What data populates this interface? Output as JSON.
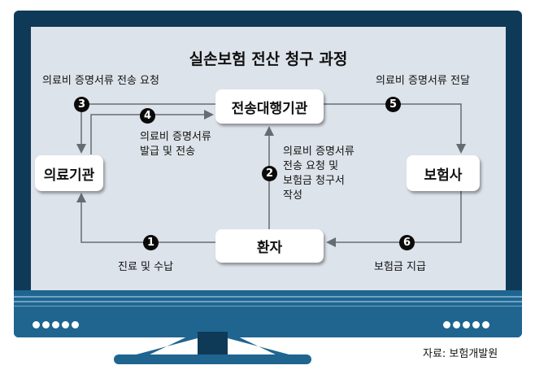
{
  "title": "실손보험 전산 청구 과정",
  "nodes": {
    "agency": "전송대행기관",
    "hospital": "의료기관",
    "insurer": "보험사",
    "patient": "환자"
  },
  "steps": [
    {
      "num": "1",
      "label": "진료 및 수납"
    },
    {
      "num": "2",
      "label_lines": [
        "의료비 증명서류",
        "전송 요청 및",
        "보험금 청구서",
        "작성"
      ]
    },
    {
      "num": "3",
      "label": "의료비 증명서류 전송 요청"
    },
    {
      "num": "4",
      "label_lines": [
        "의료비 증명서류",
        "발급 및 전송"
      ]
    },
    {
      "num": "5",
      "label": "의료비 증명서류 전달"
    },
    {
      "num": "6",
      "label": "보험금 지급"
    }
  ],
  "source": "자료: 보험개발원",
  "colors": {
    "frame": "#0e3a58",
    "bezel": "#1f6590",
    "screen": "#dde3ea",
    "line": "#666c72"
  }
}
